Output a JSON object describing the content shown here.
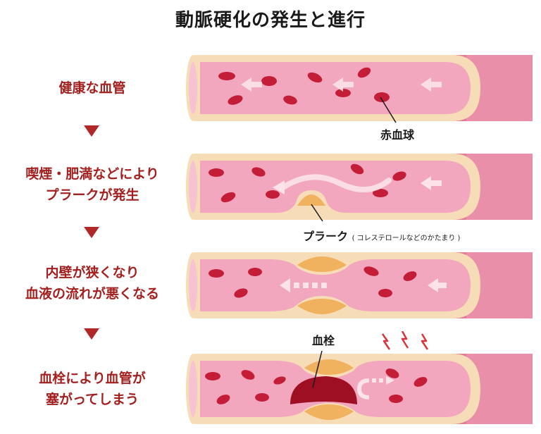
{
  "title": "動脈硬化の発生と進行",
  "stages": [
    {
      "label_lines": [
        "健康な血管"
      ]
    },
    {
      "label_lines": [
        "喫煙・肥満などにより",
        "プラークが発生"
      ]
    },
    {
      "label_lines": [
        "内壁が狭くなり",
        "血液の流れが悪くなる"
      ]
    },
    {
      "label_lines": [
        "血栓により血管が",
        "塞がってしまう"
      ]
    }
  ],
  "callouts": {
    "red_blood_cell": "赤血球",
    "plaque": "プラーク",
    "plaque_note": "( コレステロールなどのかたまり )",
    "thrombus": "血栓"
  },
  "colors": {
    "label_red": "#a3201f",
    "arrow_red": "#b0282a",
    "vessel_outer": "#e07a95",
    "vessel_wall": "#f6ddb8",
    "lumen": "#f2a7be",
    "rbc": "#c41d38",
    "plaque": "#f0b25e",
    "thrombus": "#9e0f24"
  },
  "icons": [
    "down-arrow-icon",
    "flow-arrow-icon",
    "lightning-icon"
  ]
}
